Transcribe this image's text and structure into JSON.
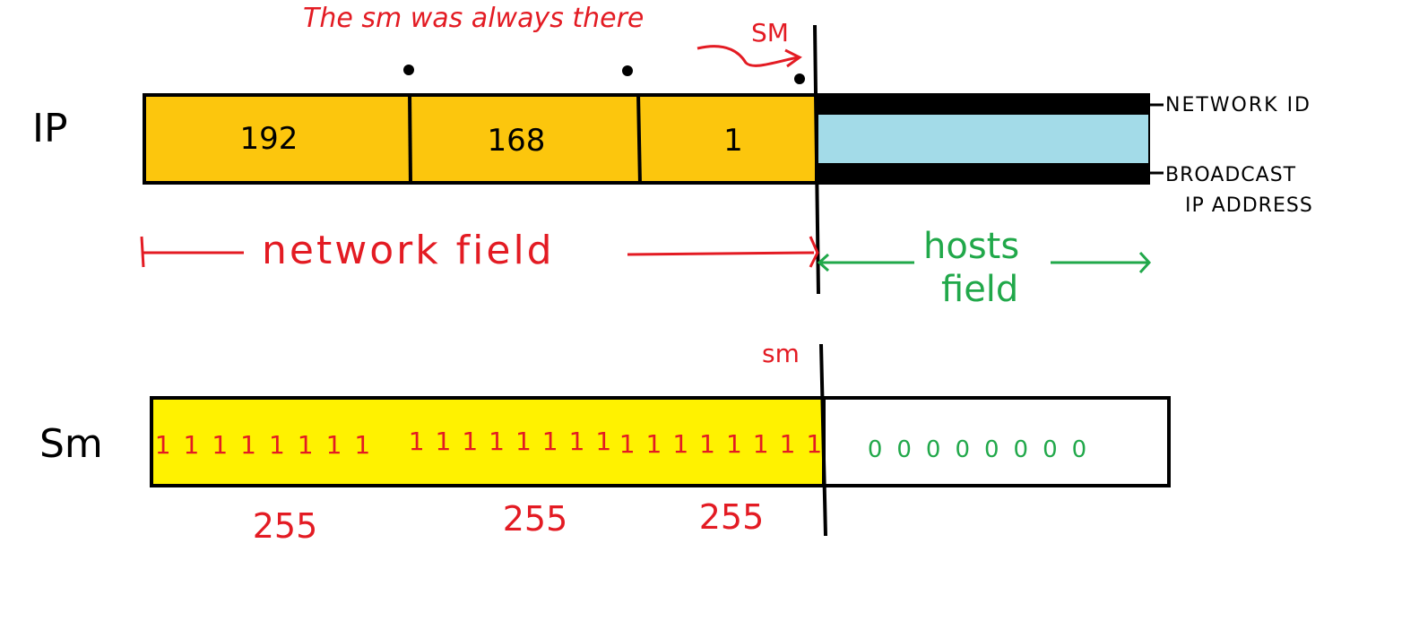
{
  "colors": {
    "ip_network_fill": "#fcc60d",
    "ip_host_fill": "#a3dbe8",
    "sm_network_fill": "#fff200",
    "sm_host_fill": "#ffffff",
    "annotation_red": "#e31b23",
    "annotation_green": "#21a84a",
    "ink_black": "#000000"
  },
  "top_note": "The sm was always there",
  "ip_row": {
    "label": "IP",
    "octets": [
      "192",
      "168",
      "1"
    ],
    "boundary_label": "SM",
    "network_id_label": "NETWORK ID",
    "broadcast_label_line1": "BROADCAST",
    "broadcast_label_line2": "IP ADDRESS"
  },
  "fields": {
    "network": "network field",
    "hosts_line1": "hosts",
    "hosts_line2": "field"
  },
  "sm_row": {
    "label": "Sm",
    "boundary_label": "sm",
    "octet_bits": [
      "11111111",
      "11111111",
      "11111111"
    ],
    "host_bits": "00000000",
    "octet_values": [
      "255",
      "255",
      "255"
    ]
  }
}
